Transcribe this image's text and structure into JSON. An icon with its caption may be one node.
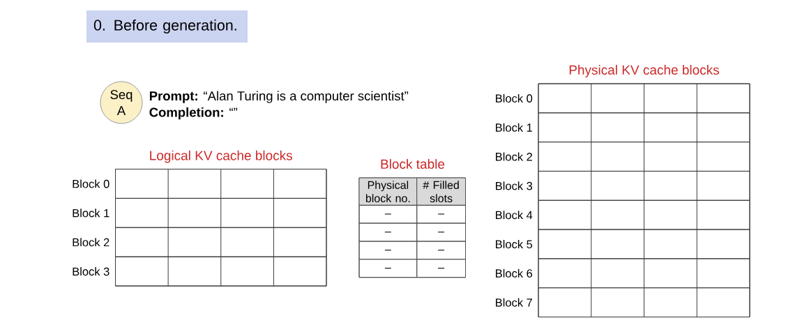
{
  "diagram": {
    "nodes": [
      {
        "text": [
          "0. Before generation."
        ]
      },
      {
        "text": [
          "Seq A"
        ],
        "beside": [
          "**Prompt:** “Alan Turing is a computer scientist”",
          "**Completion:** “”"
        ]
      },
      {
        "text": [
          "Logical KV cache blocks"
        ]
      },
      {
        "text": [],
        "shape": "box",
        "in": 2,
        "beside": [
          "Block 0"
        ]
      },
      {
        "text": [],
        "shape": "box",
        "in": 2,
        "beside": [
          "Block 1"
        ]
      },
      {
        "text": [],
        "shape": "box",
        "in": 2,
        "beside": [
          "Block 2"
        ]
      },
      {
        "text": [],
        "shape": "box",
        "in": 2,
        "beside": [
          "Block 3"
        ]
      },
      {
        "text": [
          "Block table"
        ]
      },
      {
        "text": [
          "Physical KV cache blocks"
        ]
      },
      {
        "text": [],
        "shape": "box",
        "in": 8,
        "beside": [
          "Block 0"
        ]
      },
      {
        "text": [],
        "shape": "box",
        "in": 8,
        "beside": [
          "Block 1"
        ]
      },
      {
        "text": [],
        "shape": "box",
        "in": 8,
        "beside": [
          "Block 2"
        ]
      },
      {
        "text": [],
        "shape": "box",
        "in": 8,
        "beside": [
          "Block 3"
        ]
      },
      {
        "text": [],
        "shape": "box",
        "in": 8,
        "beside": [
          "Block 4"
        ]
      },
      {
        "text": [],
        "shape": "box",
        "in": 8,
        "beside": [
          "Block 5"
        ]
      },
      {
        "text": [],
        "shape": "box",
        "in": 8,
        "beside": [
          "Block 6"
        ]
      },
      {
        "text": [],
        "shape": "box",
        "in": 8,
        "beside": [
          "Block 7"
        ]
      }
    ],
    "labels": [
      "Physical block no.",
      "# Filled slots",
      "–",
      "–",
      "–",
      "–",
      "–",
      "–",
      "–",
      "–"
    ]
  }
}
